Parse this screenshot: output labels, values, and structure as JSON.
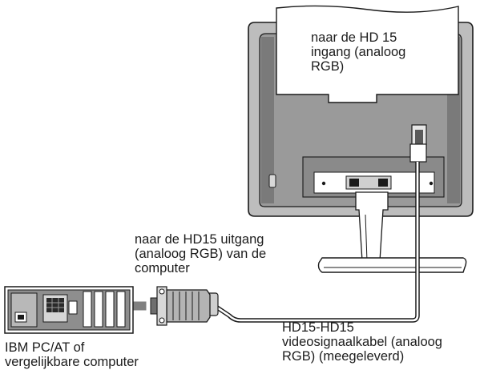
{
  "labels": {
    "monitor_input": [
      "naar de HD 15",
      "ingang (analoog",
      "RGB)"
    ],
    "computer_output": [
      "naar de HD15 uitgang",
      "(analoog RGB) van de",
      "computer"
    ],
    "cable": [
      "HD15-HD15",
      "videosignaalkabel (analoog",
      "RGB) (meegeleverd)"
    ],
    "computer": [
      "IBM PC/AT of",
      "vergelijkbare computer"
    ]
  },
  "colors": {
    "line": "#1a1a1a",
    "shade_dark": "#6e6e6e",
    "shade_mid": "#9a9a9a",
    "shade_light": "#c8c8c8",
    "arrow": "#808080",
    "background": "#ffffff"
  },
  "icons": {
    "arrow": "left-arrow-icon",
    "connector": "vga-plug-icon"
  }
}
